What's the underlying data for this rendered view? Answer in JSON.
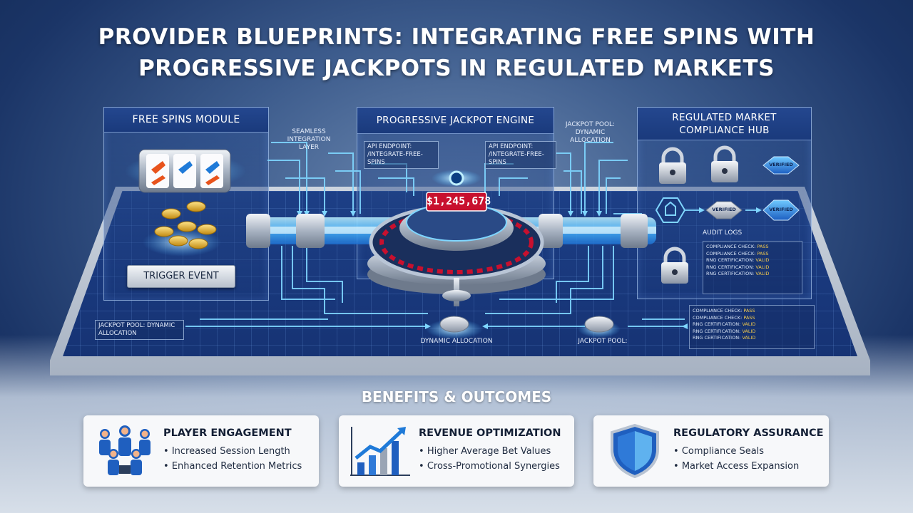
{
  "title": {
    "line1": "Provider Blueprints: Integrating Free Spins with",
    "line2": "Progressive Jackpots in Regulated Markets"
  },
  "free_spins": {
    "header": "Free Spins Module",
    "trigger": "Trigger Event"
  },
  "integration_layer": "Seamless Integration Layer",
  "jackpot_engine": {
    "header": "Progressive Jackpot Engine",
    "api_left": "API Endpoint: /integrate-free-spins",
    "api_right": "API Endpoint: /integrate-free-spins",
    "amount": "$1,245,678"
  },
  "jackpot_pool_top": "Jackpot Pool: Dynamic Allocation",
  "compliance": {
    "header_line1": "Regulated Market",
    "header_line2": "Compliance Hub",
    "verified": "Verified",
    "audit_title": "Audit Logs",
    "audit_rows": [
      {
        "label": "Compliance Check:",
        "status": "Pass"
      },
      {
        "label": "Compliance Check:",
        "status": "Pass"
      },
      {
        "label": "RNG Certification:",
        "status": "Valid"
      },
      {
        "label": "RNG Certification:",
        "status": "Valid"
      },
      {
        "label": "RNG Certification:",
        "status": "Valid"
      }
    ],
    "audit2_rows": [
      {
        "label": "Compliance Check:",
        "status": "Pass"
      },
      {
        "label": "Compliance Check:",
        "status": "Pass"
      },
      {
        "label": "RNG Certification:",
        "status": "Valid"
      },
      {
        "label": "RNG Certification:",
        "status": "Valid"
      },
      {
        "label": "RNG Certification:",
        "status": "Valid"
      }
    ]
  },
  "bottom_labels": {
    "jackpot_pool_left": "Jackpot Pool: Dynamic Allocation",
    "dynamic_allocation": "Dynamic Allocation",
    "jackpot_pool": "Jackpot Pool:"
  },
  "benefits": {
    "title": "Benefits & Outcomes",
    "cards": [
      {
        "title": "Player Engagement",
        "items": [
          "Increased Session Length",
          "Enhanced Retention Metrics"
        ],
        "icon": "players-icon"
      },
      {
        "title": "Revenue Optimization",
        "items": [
          "Higher Average Bet Values",
          "Cross-Promotional Synergies"
        ],
        "icon": "growth-chart-icon"
      },
      {
        "title": "Regulatory Assurance",
        "items": [
          "Compliance Seals",
          "Market Access Expansion"
        ],
        "icon": "shield-icon"
      }
    ]
  },
  "colors": {
    "glow": "#6fd2ff",
    "board": "#1d3f86",
    "jackpot_red": "#c8102e",
    "status_yellow": "#f2c94c"
  }
}
